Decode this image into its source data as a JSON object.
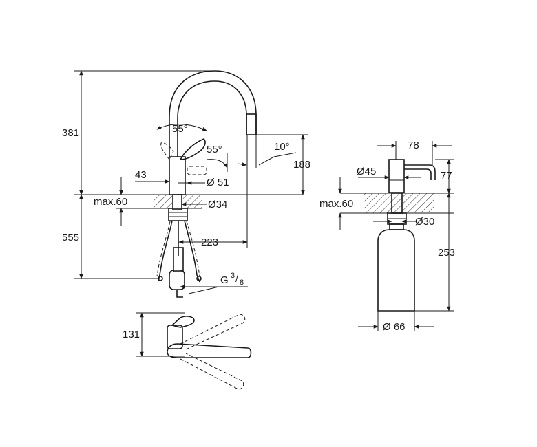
{
  "faucet_front": {
    "height_total": "381",
    "angle_lever_up": "55°",
    "angle_lever_side": "55°",
    "angle_spout": "10°",
    "dim_lever": "43",
    "dia_base": "Ø 51",
    "mount_max": "max.60",
    "dia_hole": "Ø34",
    "spout_height": "188",
    "below_depth": "555",
    "reach": "223",
    "thread": "G",
    "thread_num": "3",
    "thread_den": "8"
  },
  "faucet_top": {
    "height": "131"
  },
  "dispenser": {
    "spout_reach": "78",
    "dia_head": "Ø45",
    "head_height": "77",
    "mount_max": "max.60",
    "dia_hole": "Ø30",
    "bottle_depth": "253",
    "dia_bottle": "Ø 66"
  }
}
